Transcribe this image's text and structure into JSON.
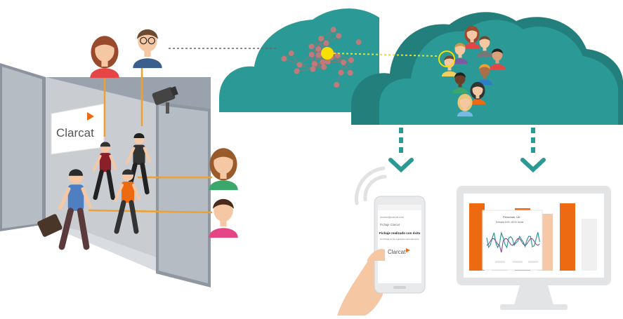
{
  "brand": {
    "logo_text": "Clarcat",
    "accent_color": "#ee6a12"
  },
  "phone": {
    "email_line": "usuario@clarcat.com",
    "title_line": "Fichaje Clarcat",
    "message": "Fichaje realizado con éxito",
    "sub_message": "Su fichaje se ha registrado correctamente",
    "logo_text": "Clarcat"
  },
  "monitor": {
    "popup_title": "Personas, Uh",
    "popup_subtitle": "Entrada 8:00–18:00 horas"
  },
  "colors": {
    "cloud": "#2b9a96",
    "cloud_dark": "#227f7c",
    "link_line": "#f0a030",
    "bars": "#ee6a12",
    "bars_light": "#f7c8a8",
    "door": "#9aa3ad"
  },
  "icons": [
    "network-icon",
    "camera-icon",
    "wifi-icon",
    "download-arrow-icon"
  ]
}
